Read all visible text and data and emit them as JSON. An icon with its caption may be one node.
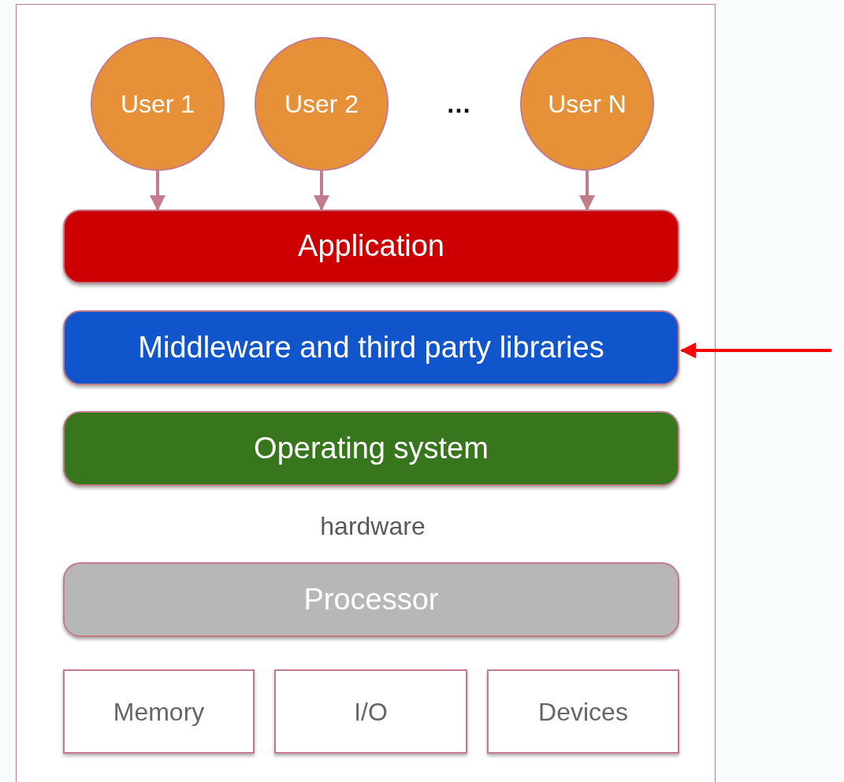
{
  "diagram": {
    "nodes": [
      {
        "text": [],
        "shape": "box"
      },
      {
        "text": [
          "User 1"
        ],
        "in": 0
      },
      {
        "text": [
          "User 2"
        ],
        "in": 0
      },
      {
        "text": [
          "User N"
        ],
        "in": 0
      },
      {
        "text": [
          "Application"
        ],
        "in": 0
      },
      {
        "text": [
          "Middleware and third party libraries"
        ],
        "in": 0
      },
      {
        "text": [
          "Operating system"
        ],
        "in": 0
      },
      {
        "text": [
          "Processor"
        ],
        "in": 0
      },
      {
        "text": [
          "Memory"
        ],
        "in": 0
      },
      {
        "text": [
          "I/O"
        ],
        "in": 0
      },
      {
        "text": [
          "Devices"
        ],
        "in": 0
      }
    ],
    "edges": [
      {
        "from": 1,
        "to": 4,
        "arrow": "to"
      },
      {
        "from": 2,
        "to": 4,
        "arrow": "to"
      },
      {
        "from": 3,
        "to": 4,
        "arrow": "to"
      },
      {
        "from": null,
        "to": 5,
        "arrow": "to",
        "color": "#ff0000"
      }
    ],
    "labels": [
      "…",
      "hardware"
    ]
  }
}
